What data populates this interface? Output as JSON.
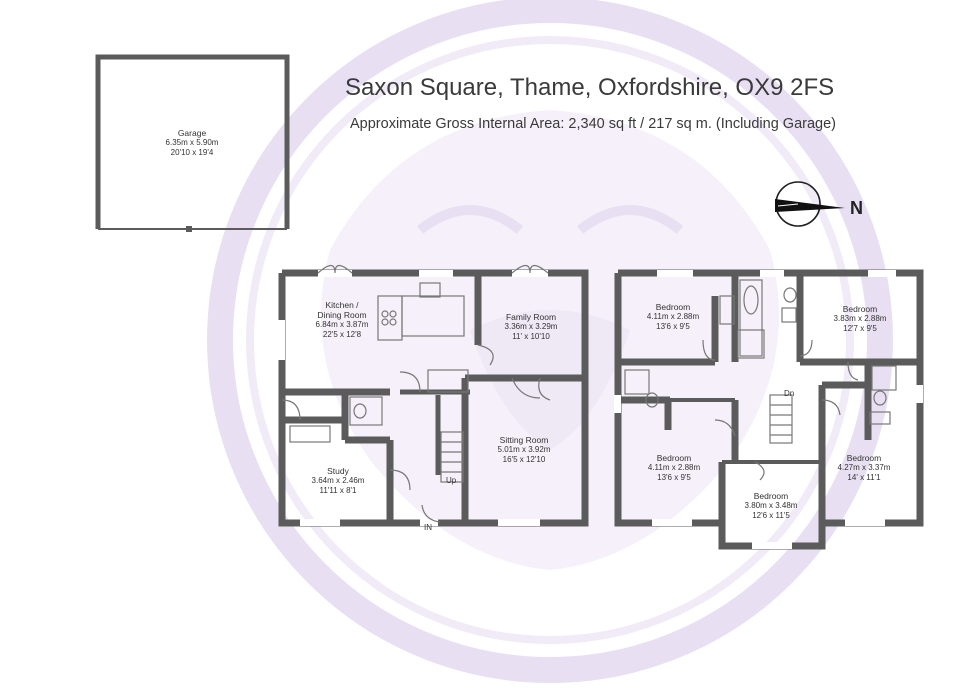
{
  "header": {
    "title": "Saxon Square, Thame, Oxfordshire, OX9 2FS",
    "subtitle": "Approximate Gross Internal Area: 2,340 sq ft /  217 sq m. (Including Garage)"
  },
  "compass": {
    "icon": "north-arrow-icon",
    "letter": "N"
  },
  "watermark": {
    "icon": "lion-head-seal-icon",
    "color": "#d9cbe9"
  },
  "colors": {
    "wall": "#5b5b5b",
    "window": "#ffffff",
    "watermark": "#e3d7ef",
    "text": "#333333"
  },
  "rooms": {
    "garage": {
      "name": "Garage",
      "metric": "6.35m x 5.90m",
      "imperial": "20'10 x 19'4"
    },
    "kitchen": {
      "name_line1": "Kitchen /",
      "name_line2": "Dining Room",
      "metric": "6.84m x 3.87m",
      "imperial": "22'5 x 12'8"
    },
    "family": {
      "name": "Family Room",
      "metric": "3.36m x 3.29m",
      "imperial": "11' x 10'10"
    },
    "sitting": {
      "name": "Sitting Room",
      "metric": "5.01m x 3.92m",
      "imperial": "16'5 x 12'10"
    },
    "study": {
      "name": "Study",
      "metric": "3.64m x 2.46m",
      "imperial": "11'11 x 8'1"
    },
    "bed_top_left": {
      "name": "Bedroom",
      "metric": "4.11m x 2.88m",
      "imperial": "13'6 x 9'5"
    },
    "bed_top_right": {
      "name": "Bedroom",
      "metric": "3.83m x 2.88m",
      "imperial": "12'7 x 9'5"
    },
    "bed_mid_left": {
      "name": "Bedroom",
      "metric": "4.11m x 2.88m",
      "imperial": "13'6 x 9'5"
    },
    "bed_right": {
      "name": "Bedroom",
      "metric": "4.27m x 3.37m",
      "imperial": "14' x 11'1"
    },
    "bed_bottom": {
      "name": "Bedroom",
      "metric": "3.80m x 3.48m",
      "imperial": "12'6 x 11'5"
    }
  },
  "markers": {
    "up": "Up",
    "down": "Dn",
    "entrance": "IN"
  }
}
